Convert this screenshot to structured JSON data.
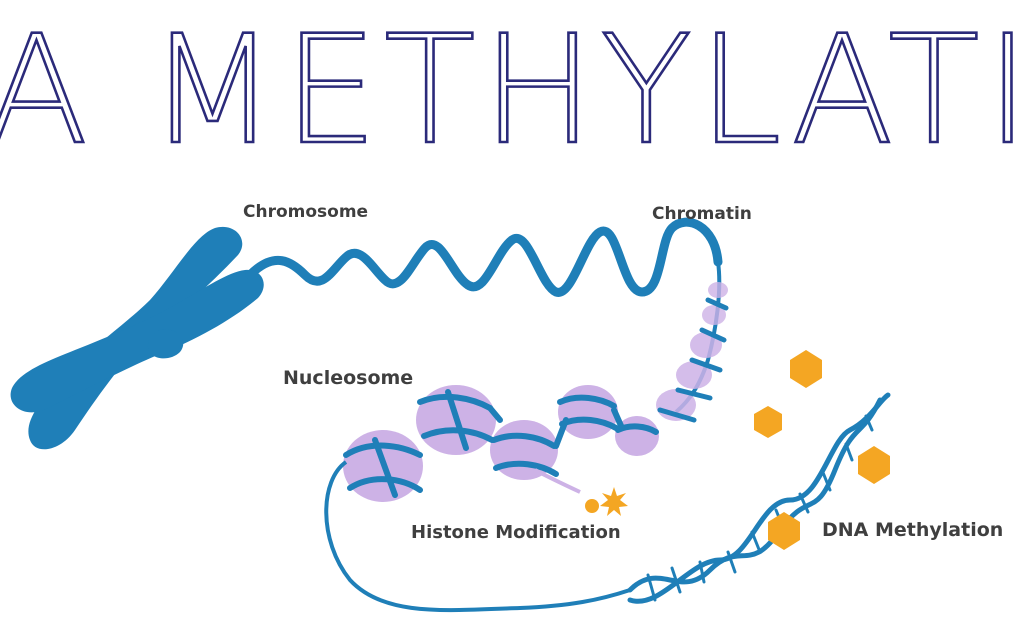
{
  "title": "DNA METHYLATION",
  "labels": {
    "chromosome": "Chromosome",
    "chromatin": "Chromatin",
    "nucleosome": "Nucleosome",
    "histone_modification": "Histone Modification",
    "dna_methylation": "DNA Methylation"
  },
  "colors": {
    "title_outline": "#2b2a7a",
    "dna_blue": "#1f7fb8",
    "nucleosome_purple": "#cdb2e6",
    "methyl_orange": "#f4a623",
    "label_gray": "#3f3f3f"
  },
  "icons": {
    "chromosome": "x-shaped-chromosome",
    "nucleosome": "histone-bead",
    "methyl_group": "hexagon",
    "histone_mark": "star-burst"
  }
}
